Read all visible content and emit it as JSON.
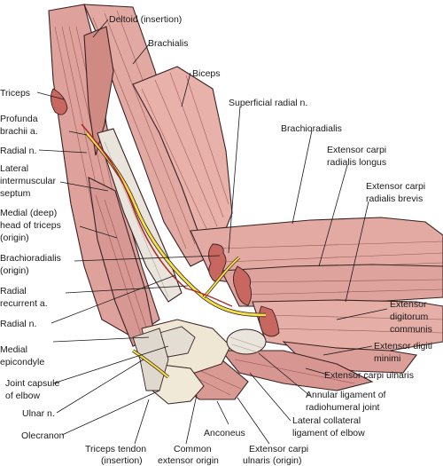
{
  "labels": {
    "deltoid": "Deltoid (insertion)",
    "brachialis": "Brachialis",
    "biceps": "Biceps",
    "triceps": "Triceps",
    "sup_radial_n": "Superficial radial n.",
    "profunda_1": "Profunda",
    "profunda_2": "brachii a.",
    "brachioradialis": "Brachioradialis",
    "radial_n_upper": "Radial n.",
    "ecrl_1": "Extensor carpi",
    "ecrl_2": "radialis longus",
    "lis_1": "Lateral",
    "lis_2": "intermuscular",
    "lis_3": "septum",
    "ecrb_1": "Extensor carpi",
    "ecrb_2": "radialis brevis",
    "mht_1": "Medial (deep)",
    "mht_2": "head of triceps",
    "mht_3": "(origin)",
    "br_origin_1": "Brachioradialis",
    "br_origin_2": "(origin)",
    "rra_1": "Radial",
    "rra_2": "recurrent a.",
    "ed_1": "Extensor",
    "ed_2": "digitorum",
    "ed_3": "communis",
    "radial_n_lower": "Radial n.",
    "medepi_1": "Medial",
    "medepi_2": "epicondyle",
    "edm_1": "Extensor digiti",
    "edm_2": "minimi",
    "jc_1": "Joint capsule",
    "jc_2": "of elbow",
    "ecu": "Extensor carpi ulnaris",
    "ulnar_n": "Ulnar n.",
    "annular_1": "Annular ligament of",
    "annular_2": "radiohumeral joint",
    "olecranon": "Olecranon",
    "lcl_1": "Lateral collateral",
    "lcl_2": "ligament of elbow",
    "anconeus": "Anconeus",
    "tt_1": "Triceps tendon",
    "tt_2": "(insertion)",
    "ceo_1": "Common",
    "ceo_2": "extensor origin",
    "ecuo_1": "Extensor carpi",
    "ecuo_2": "ulnaris (origin)"
  },
  "colors": {
    "muscle": "#e3aaa4",
    "muscle_dark": "#c47e78",
    "tendon": "#d8d4cc",
    "nerve": "#f3e04a",
    "bone": "#efe6d4",
    "outline": "#3a2222"
  }
}
